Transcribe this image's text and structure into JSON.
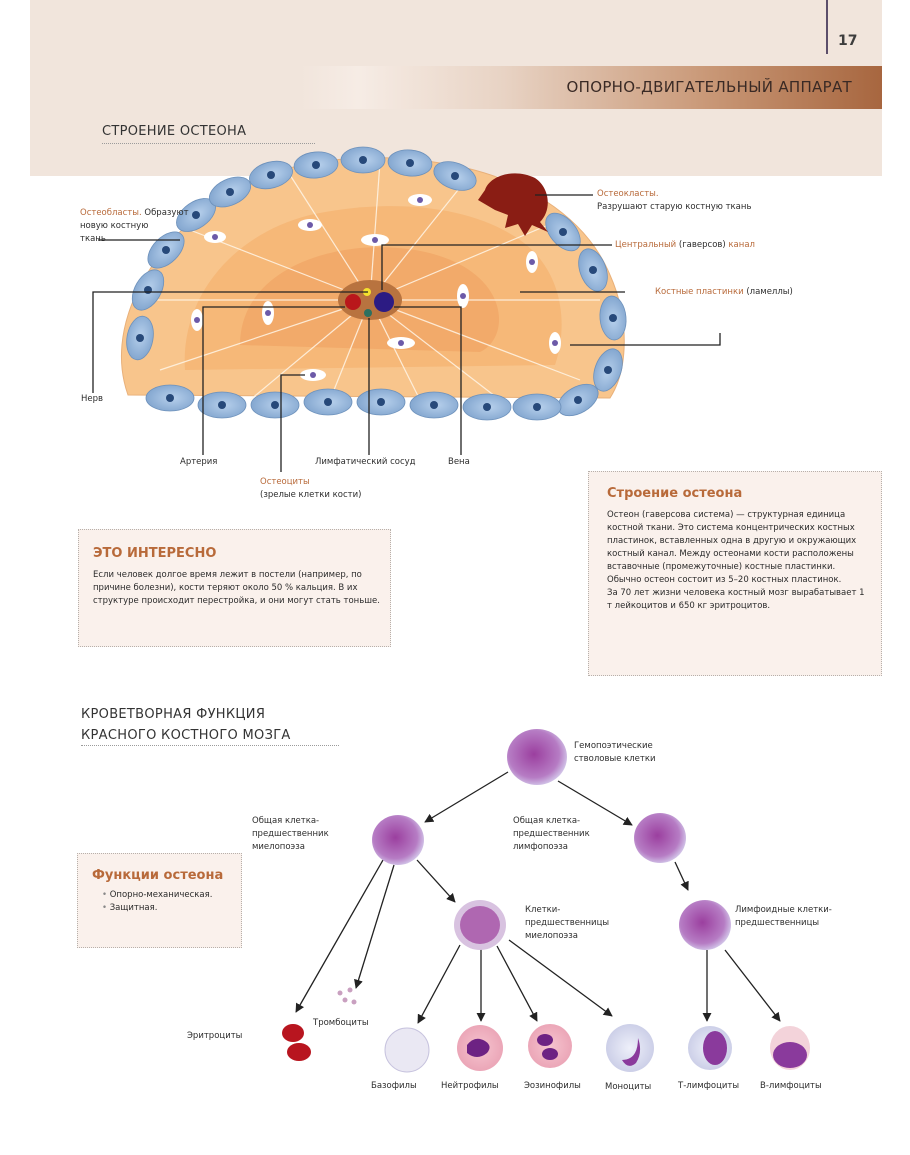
{
  "page": {
    "number": "17",
    "chapter": "ОПОРНО-ДВИГАТЕЛЬНЫЙ АППАРАТ"
  },
  "osteon_section": {
    "title": "СТРОЕНИЕ ОСТЕОНА",
    "labels": {
      "osteoblasts_name": "Остеобласты.",
      "osteoblasts_desc_1": "Образуют",
      "osteoblasts_desc_2": "новую костную",
      "osteoblasts_desc_3": "ткань",
      "osteoclasts_name": "Остеокласты.",
      "osteoclasts_desc": "Разрушают старую костную ткань",
      "central_canal_1": "Центральный",
      "central_canal_2": "(гаверсов)",
      "central_canal_3": "канал",
      "lamellae_1": "Костные пластинки",
      "lamellae_2": "(ламеллы)",
      "nerve": "Нерв",
      "artery": "Артерия",
      "osteocytes_name": "Остеоциты",
      "osteocytes_desc": "(зрелые клетки кости)",
      "lymph_vessel": "Лимфатический сосуд",
      "vein": "Вена"
    }
  },
  "interesting_box": {
    "title": "ЭТО ИНТЕРЕСНО",
    "text": "Если человек долгое время лежит в постели (например, по причине болезни), кости теряют около 50 % кальция. В их структуре происходит перестройка, и они могут стать тоньше."
  },
  "osteon_structure_box": {
    "title": "Строение остеона",
    "text_1": "Остеон (гаверсова система) — структурная единица костной ткани. Это система концентрических костных пластинок, вставленных одна в другую и окружающих костный канал. Между остеонами кости расположены вставочные (промежуточные) костные пластинки. Обычно остеон состоит из 5–20 костных пластинок.",
    "text_2": "За 70 лет жизни человека костный мозг вырабатывает 1 т лейкоцитов и 650 кг эритроцитов."
  },
  "hematopoiesis_section": {
    "title_line1": "КРОВЕТВОРНАЯ ФУНКЦИЯ",
    "title_line2": "КРАСНОГО КОСТНОГО МОЗГА",
    "nodes": {
      "stem": "Гемопоэтические стволовые клетки",
      "myeloid_progenitor": "Общая клетка-предшественник миелопоэза",
      "lymphoid_progenitor": "Общая клетка-предшественник лимфопоэза",
      "myeloid_precursors": "Клетки-предшественницы миелопоэза",
      "lymphoid_precursors": "Лимфоидные клетки-предшественницы",
      "erythrocytes": "Эритроциты",
      "thrombocytes": "Тромбоциты",
      "basophils": "Базофилы",
      "neutrophils": "Нейтрофилы",
      "eosinophils": "Эозинофилы",
      "monocytes": "Моноциты",
      "t_lymphocytes": "Т-лимфоциты",
      "b_lymphocytes": "В-лимфоциты"
    }
  },
  "functions_box": {
    "title": "Функции остеона",
    "items": [
      "Опорно-механическая.",
      "Защитная."
    ]
  },
  "colors": {
    "accent_orange": "#b86a3a",
    "header_bg": "#f1e5dc",
    "chapter_bar_dark": "#a7663f",
    "box_bg": "#faf1ec"
  }
}
